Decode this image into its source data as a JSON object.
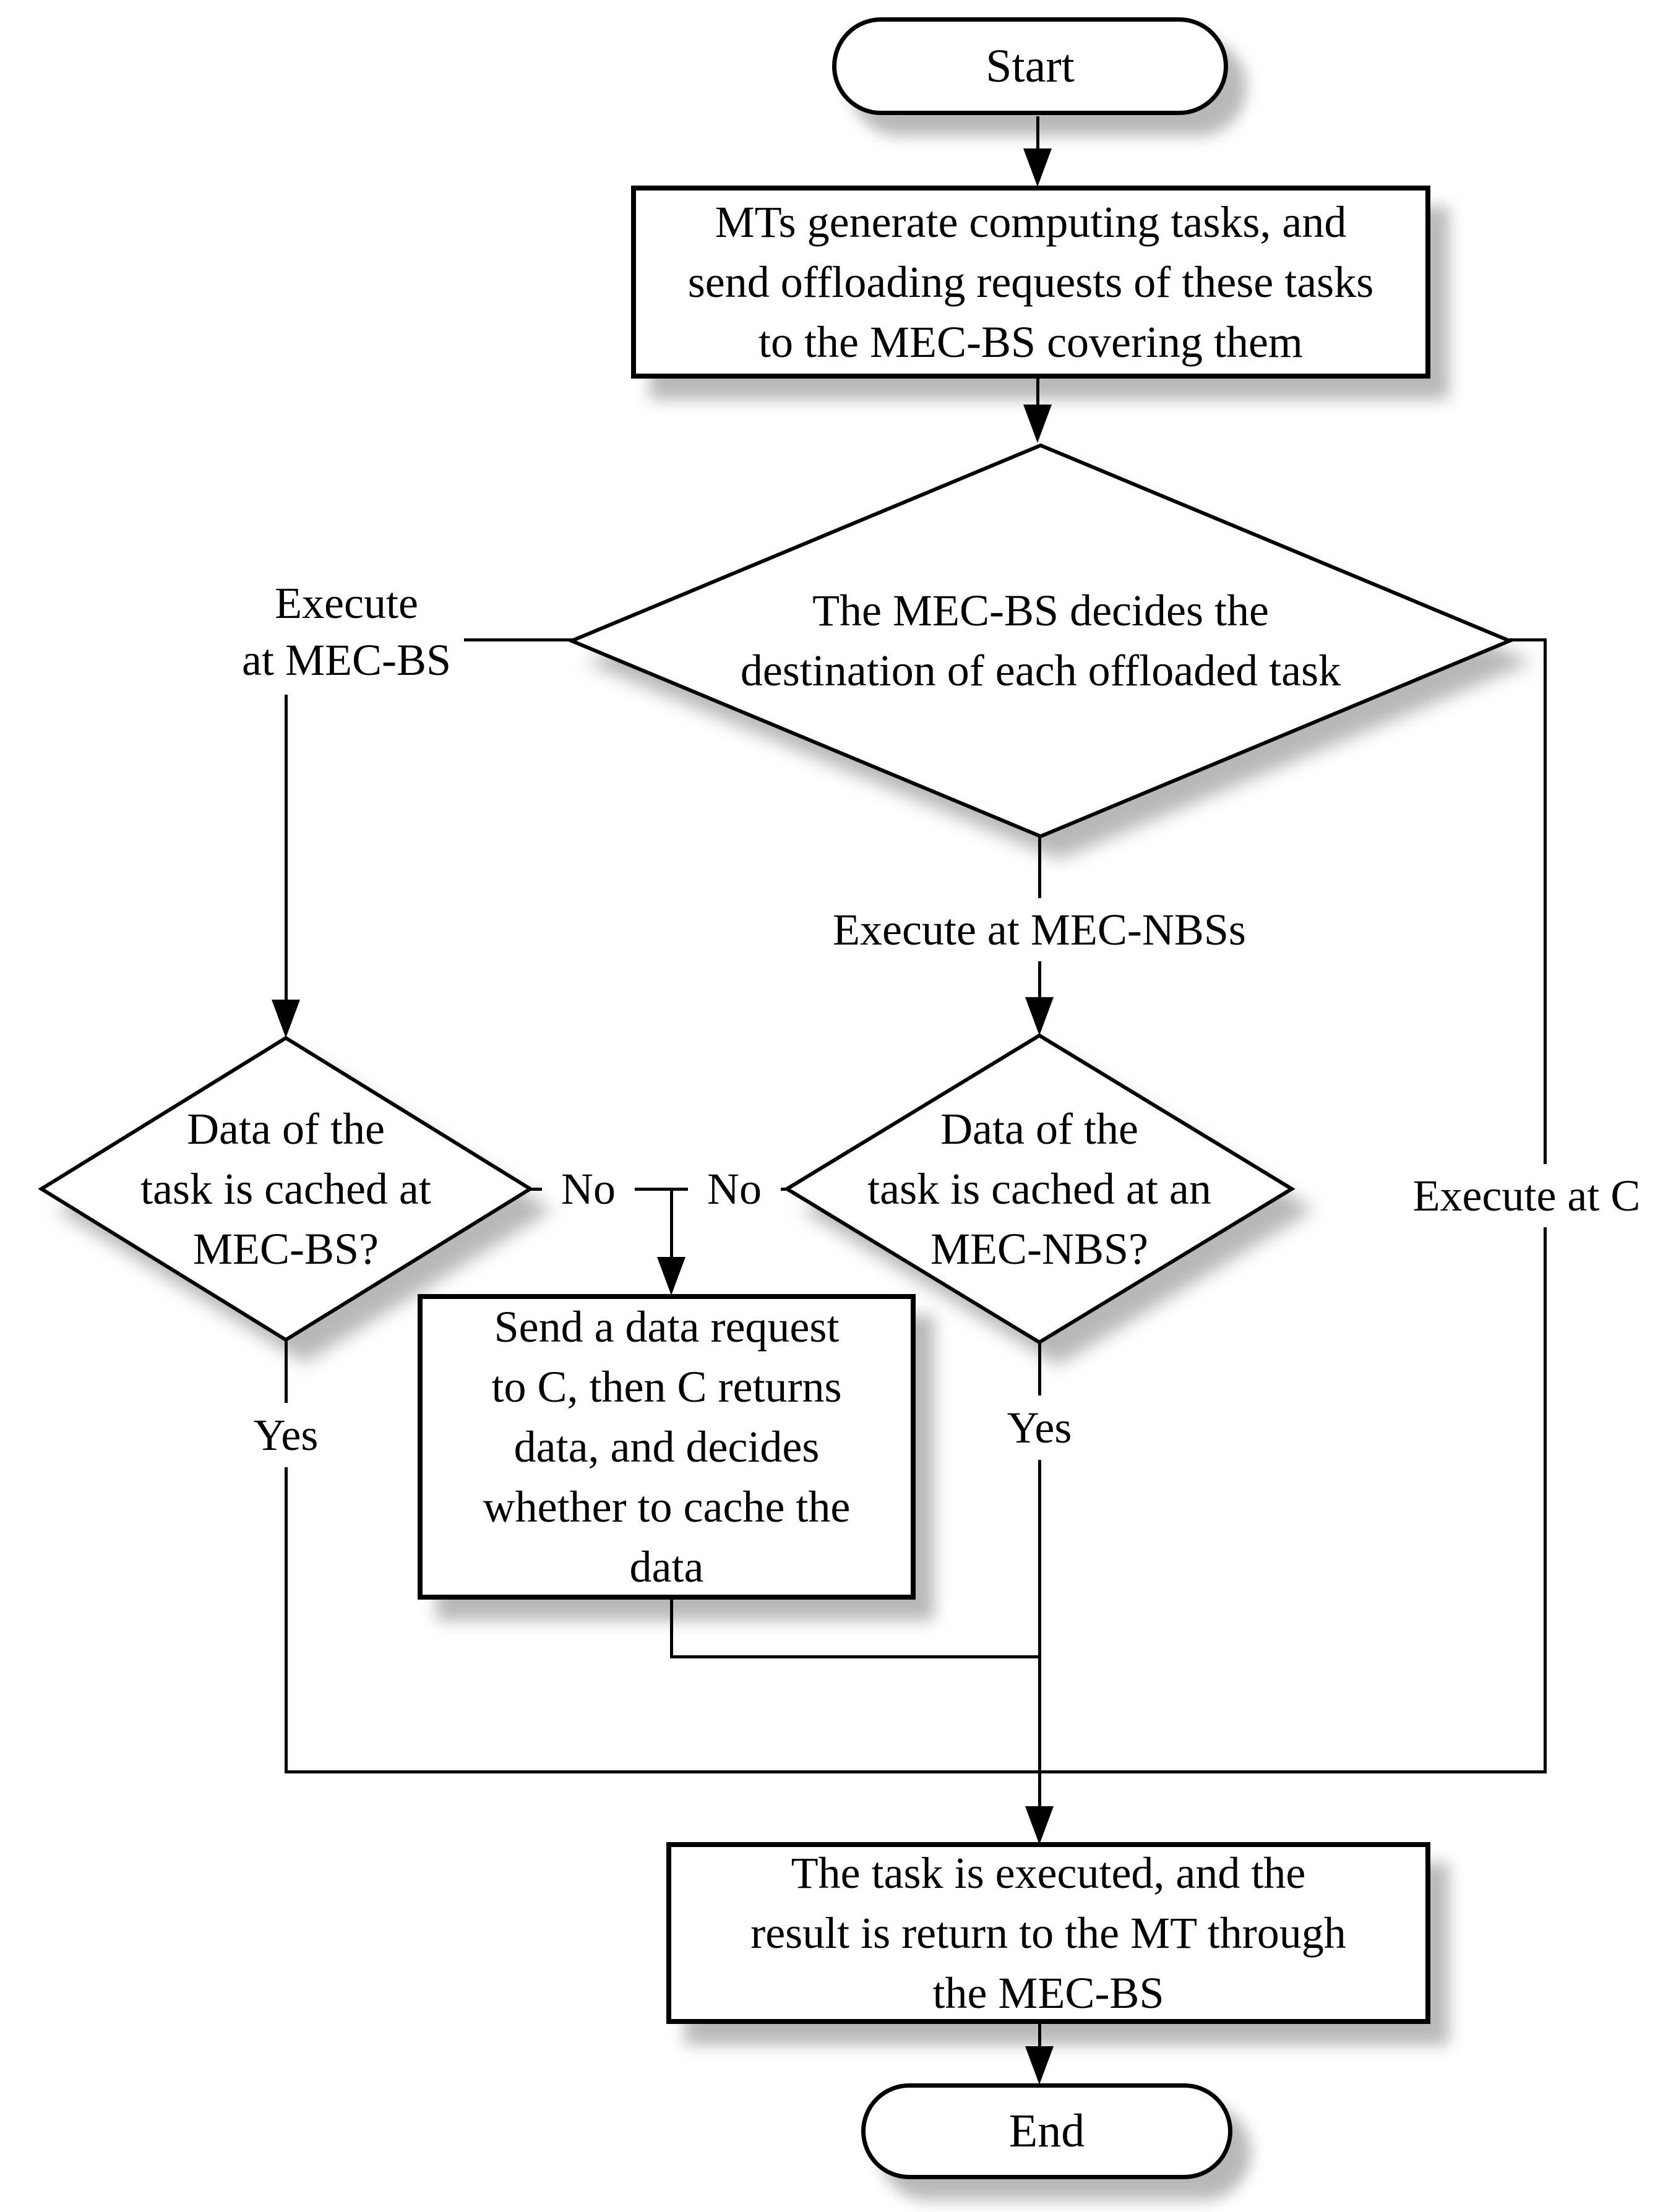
{
  "nodes": {
    "start": "Start",
    "generate_tasks": "MTs generate computing tasks, and\nsend offloading requests of these tasks\nto the MEC-BS covering them",
    "decide_destination": "The MEC-BS decides the\ndestination of each offloaded task",
    "cached_at_mec_bs": "Data of the\ntask is cached at\nMEC-BS?",
    "cached_at_mec_nbs": "Data of the\ntask is cached at an\nMEC-NBS?",
    "send_data_request": "Send a data request\nto C, then C returns\ndata, and decides\nwhether to cache the\ndata",
    "task_executed": "The task is executed, and the\nresult is return to the MT through\nthe MEC-BS",
    "end": "End"
  },
  "edge_labels": {
    "execute_at_mec_bs": "Execute\nat MEC-BS",
    "execute_at_mec_nbss": "Execute at MEC-NBSs",
    "execute_at_c": "Execute at C",
    "no_left": "No",
    "no_right": "No",
    "yes_left": "Yes",
    "yes_middle": "Yes"
  },
  "colors": {
    "line": "#000000",
    "shape_fill": "#ffffff",
    "background": "#ffffff"
  }
}
